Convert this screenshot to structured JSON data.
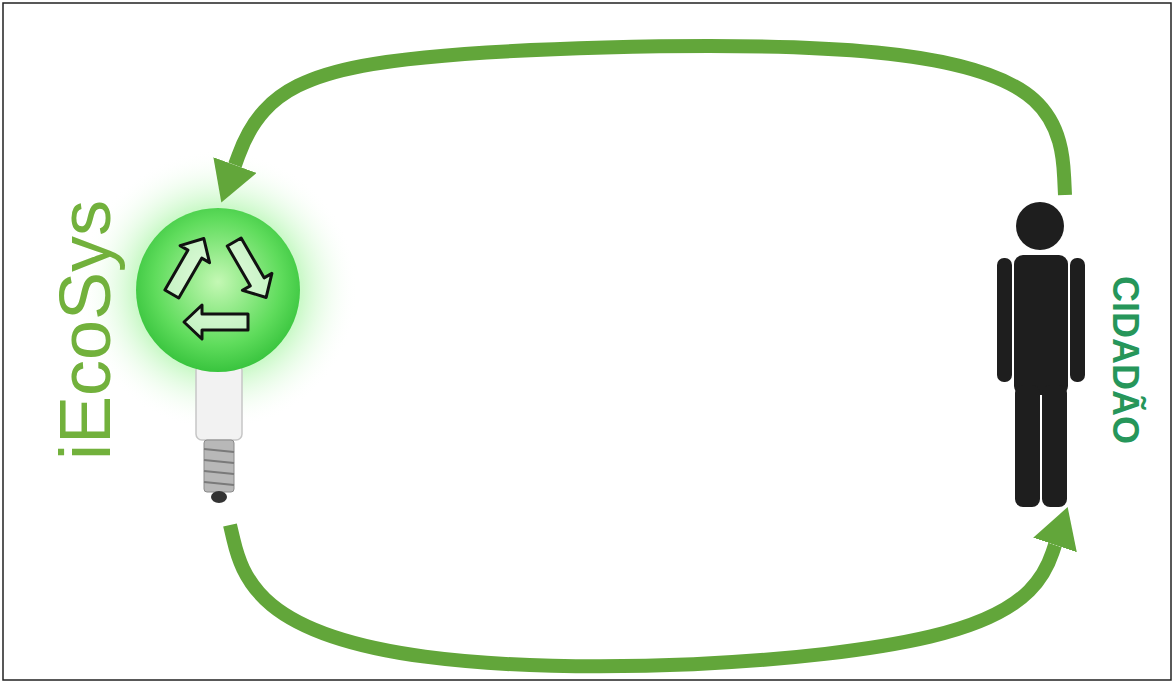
{
  "diagram": {
    "nodes": [
      {
        "text": [
          "iEcoSys"
        ]
      },
      {
        "text": [
          "CIDADÃO"
        ]
      }
    ],
    "edges": [
      {
        "from": 1,
        "to": 0,
        "arrow": "to"
      },
      {
        "from": 0,
        "to": 1,
        "arrow": "to"
      }
    ]
  }
}
